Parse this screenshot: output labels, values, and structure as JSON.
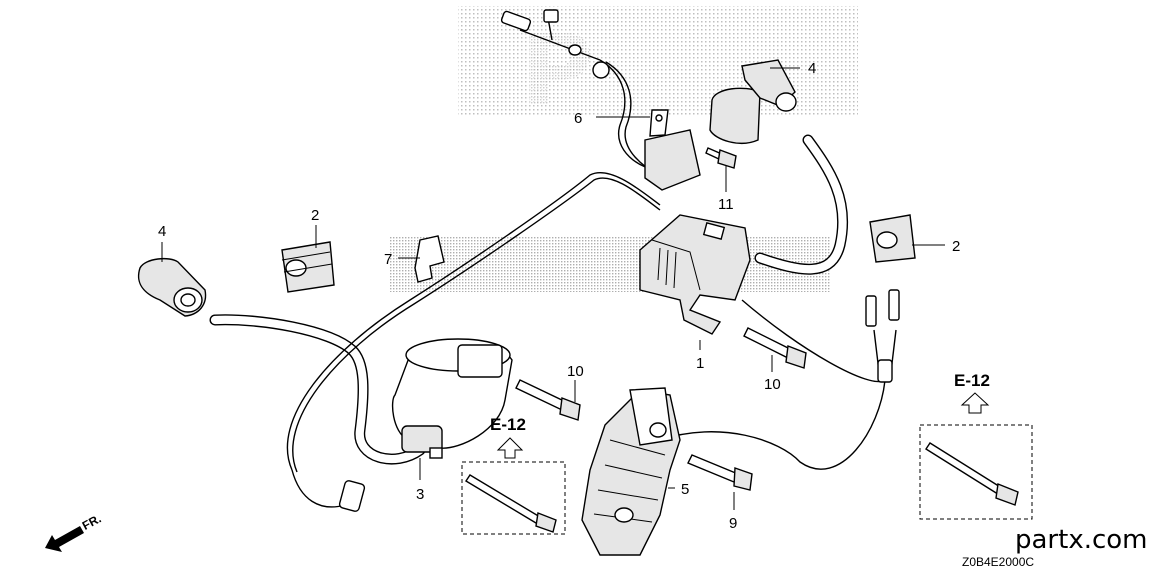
{
  "diagram": {
    "callouts": [
      {
        "id": "c1",
        "label": "1"
      },
      {
        "id": "c2a",
        "label": "2"
      },
      {
        "id": "c2b",
        "label": "2"
      },
      {
        "id": "c3",
        "label": "3"
      },
      {
        "id": "c4a",
        "label": "4"
      },
      {
        "id": "c4b",
        "label": "4"
      },
      {
        "id": "c5",
        "label": "5"
      },
      {
        "id": "c6",
        "label": "6"
      },
      {
        "id": "c7",
        "label": "7"
      },
      {
        "id": "c9",
        "label": "9"
      },
      {
        "id": "c10a",
        "label": "10"
      },
      {
        "id": "c10b",
        "label": "10"
      },
      {
        "id": "c11",
        "label": "11"
      }
    ],
    "references": [
      {
        "id": "e12a",
        "label": "E-12"
      },
      {
        "id": "e12b",
        "label": "E-12"
      }
    ],
    "front_indicator": "FR.",
    "watermark_site": "partx.com",
    "diagram_code": "Z0B4E2000C"
  }
}
